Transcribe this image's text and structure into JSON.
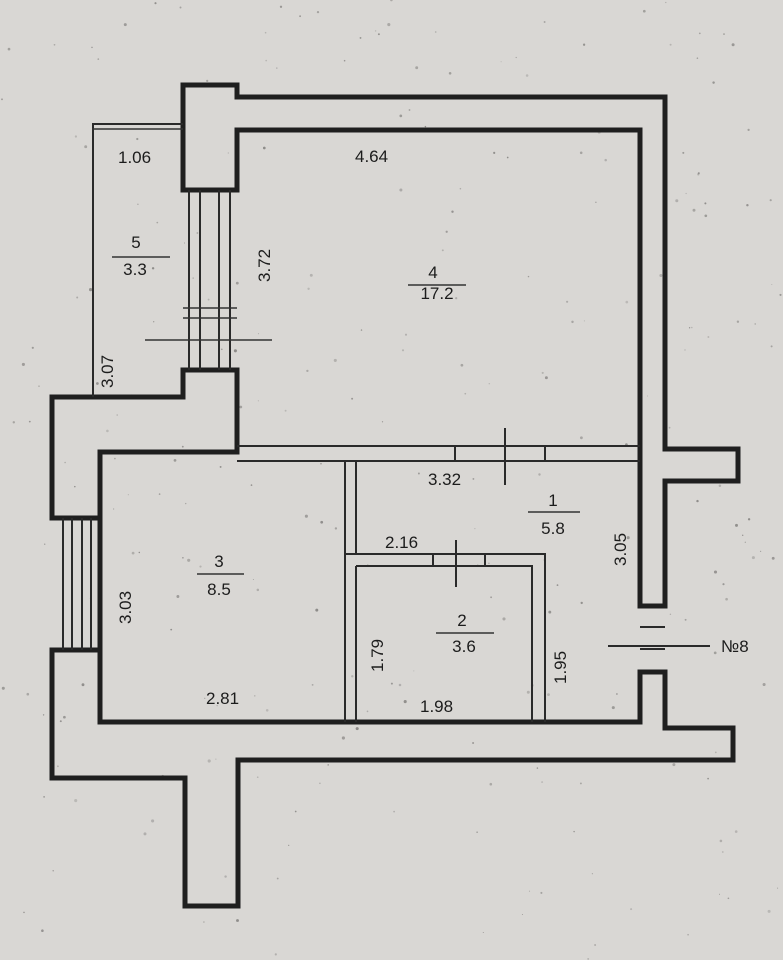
{
  "apartment_label": "№8",
  "rooms": [
    {
      "number": "1",
      "area": "5.8"
    },
    {
      "number": "2",
      "area": "3.6"
    },
    {
      "number": "3",
      "area": "8.5"
    },
    {
      "number": "4",
      "area": "17.2"
    },
    {
      "number": "5",
      "area": "3.3"
    }
  ],
  "dimensions": {
    "balcony_width": "1.06",
    "balcony_length": "3.07",
    "room4_width": "4.64",
    "room4_height": "3.72",
    "hall_width": "3.32",
    "hall_height": "3.05",
    "bath_top": "2.16",
    "bath_left": "1.79",
    "bath_bottom": "1.98",
    "bath_right": "1.95",
    "room3_height": "3.03",
    "room3_width": "2.81"
  }
}
